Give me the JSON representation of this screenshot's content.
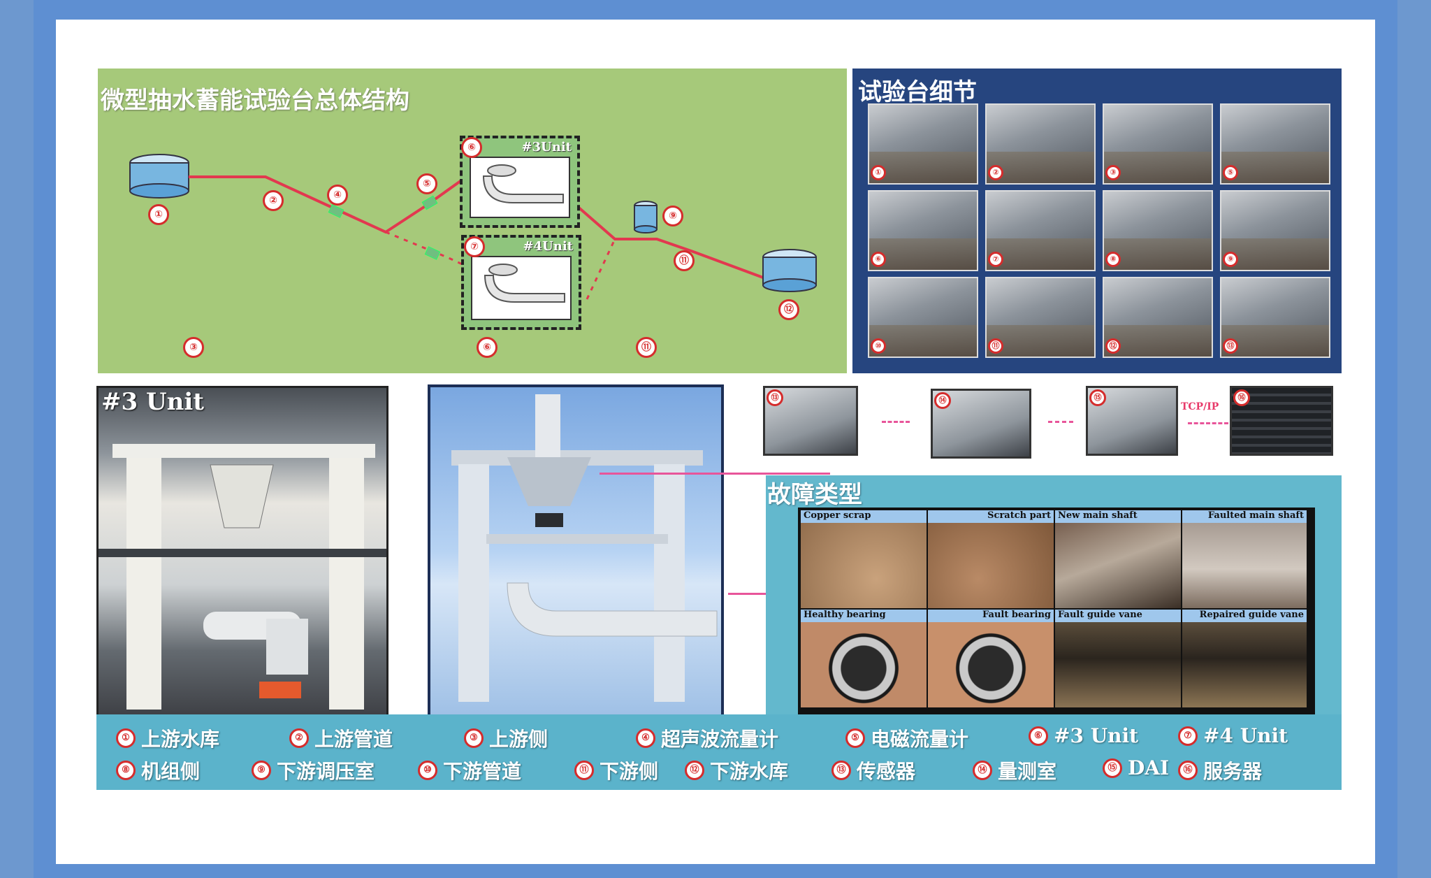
{
  "overview": {
    "title": "微型抽水蓄能试验台总体结构",
    "unit3_label": "#3Unit",
    "unit4_label": "#4Unit",
    "badges": [
      "①",
      "②",
      "④",
      "⑤",
      "⑥",
      "⑦",
      "⑨",
      "⑪",
      "⑫",
      "③",
      "⑥",
      "⑪"
    ]
  },
  "details": {
    "title": "试验台细节",
    "photo_badges": [
      "①",
      "②",
      "③",
      "⑤",
      "⑥",
      "⑦",
      "⑧",
      "⑨",
      "⑩",
      "⑪",
      "⑫",
      "⑬"
    ]
  },
  "unit_photo": {
    "title": "#3 Unit"
  },
  "chain": {
    "badges": [
      "⑬",
      "⑭",
      "⑮",
      "⑯"
    ],
    "link_label": "TCP/IP"
  },
  "faults": {
    "title": "故障类型",
    "captions": [
      "Copper scrap",
      "Scratch part",
      "New main shaft",
      "Faulted main shaft",
      "Healthy bearing",
      "Fault bearing",
      "Fault guide vane",
      "Repaired guide vane"
    ]
  },
  "legend": [
    {
      "num": "①",
      "label": "上游水库"
    },
    {
      "num": "②",
      "label": "上游管道"
    },
    {
      "num": "③",
      "label": "上游侧"
    },
    {
      "num": "④",
      "label": "超声波流量计"
    },
    {
      "num": "⑤",
      "label": "电磁流量计"
    },
    {
      "num": "⑥",
      "label": "#3 Unit"
    },
    {
      "num": "⑦",
      "label": "#4 Unit"
    },
    {
      "num": "⑧",
      "label": "机组侧"
    },
    {
      "num": "⑨",
      "label": "下游调压室"
    },
    {
      "num": "⑩",
      "label": "下游管道"
    },
    {
      "num": "⑪",
      "label": "下游侧"
    },
    {
      "num": "⑫",
      "label": "下游水库"
    },
    {
      "num": "⑬",
      "label": "传感器"
    },
    {
      "num": "⑭",
      "label": "量测室"
    },
    {
      "num": "⑮",
      "label": "DAI"
    },
    {
      "num": "⑯",
      "label": "服务器"
    }
  ],
  "colors": {
    "overview_bg": "#a6c97a",
    "details_bg": "#26457f",
    "fault_bg": "#63b8cd",
    "pipe_red": "#e2384f",
    "badge_red": "#d52c2c",
    "frame_blue": "#5e8fd2"
  }
}
